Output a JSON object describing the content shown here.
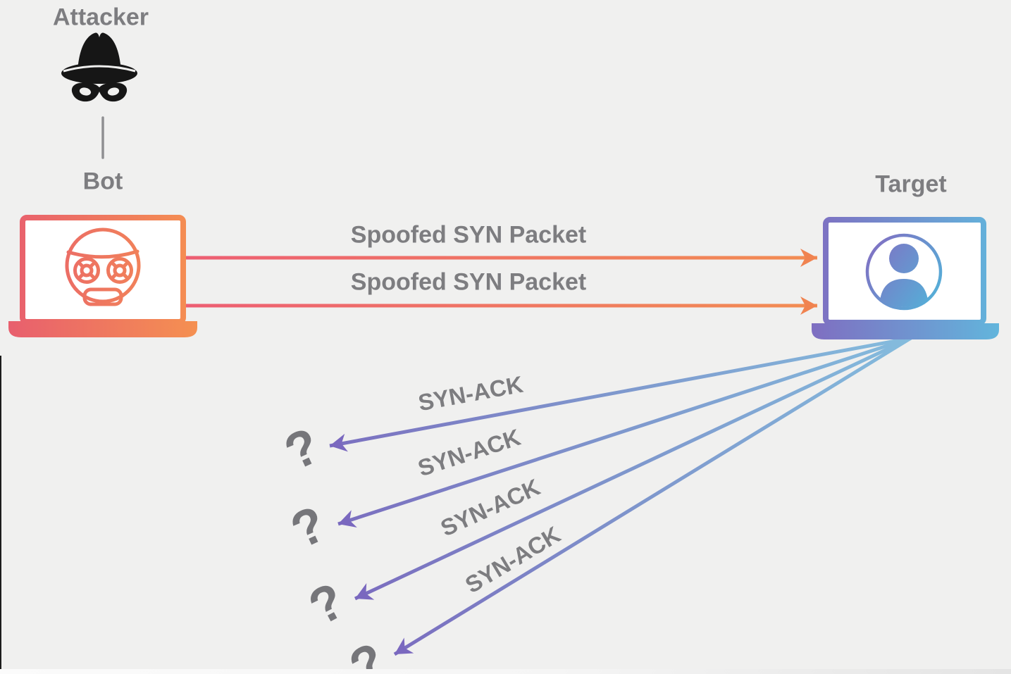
{
  "nodes": {
    "attacker": {
      "label": "Attacker",
      "icon": "spy-hat-mask-icon"
    },
    "bot": {
      "label": "Bot",
      "icon": "robot-laptop-icon"
    },
    "target": {
      "label": "Target",
      "icon": "user-laptop-icon"
    }
  },
  "flows": {
    "syn_packets": [
      {
        "label": "Spoofed SYN Packet"
      },
      {
        "label": "Spoofed SYN Packet"
      }
    ],
    "syn_acks": [
      {
        "label": "SYN-ACK"
      },
      {
        "label": "SYN-ACK"
      },
      {
        "label": "SYN-ACK"
      },
      {
        "label": "SYN-ACK"
      }
    ],
    "unknown_recipients": [
      {
        "label": "?"
      },
      {
        "label": "?"
      },
      {
        "label": "?"
      },
      {
        "label": "?"
      }
    ]
  },
  "colors": {
    "background": "#f0f0ef",
    "label_gray": "#7d7d80",
    "question_mark_gray": "#76767a",
    "attacker_icon_black": "#161616",
    "bot_gradient_start": "#e85f6e",
    "bot_gradient_end": "#f59051",
    "target_gradient_start": "#7f6ec1",
    "target_gradient_end": "#62b5dc",
    "syn_arrow_start": "#ed5e73",
    "syn_arrow_end": "#f28d52",
    "syn_arrowhead": "#f08350",
    "synack_arrow_start": "#84bcdd",
    "synack_arrow_end": "#7a67bd",
    "synack_arrowhead": "#7a68bf"
  }
}
